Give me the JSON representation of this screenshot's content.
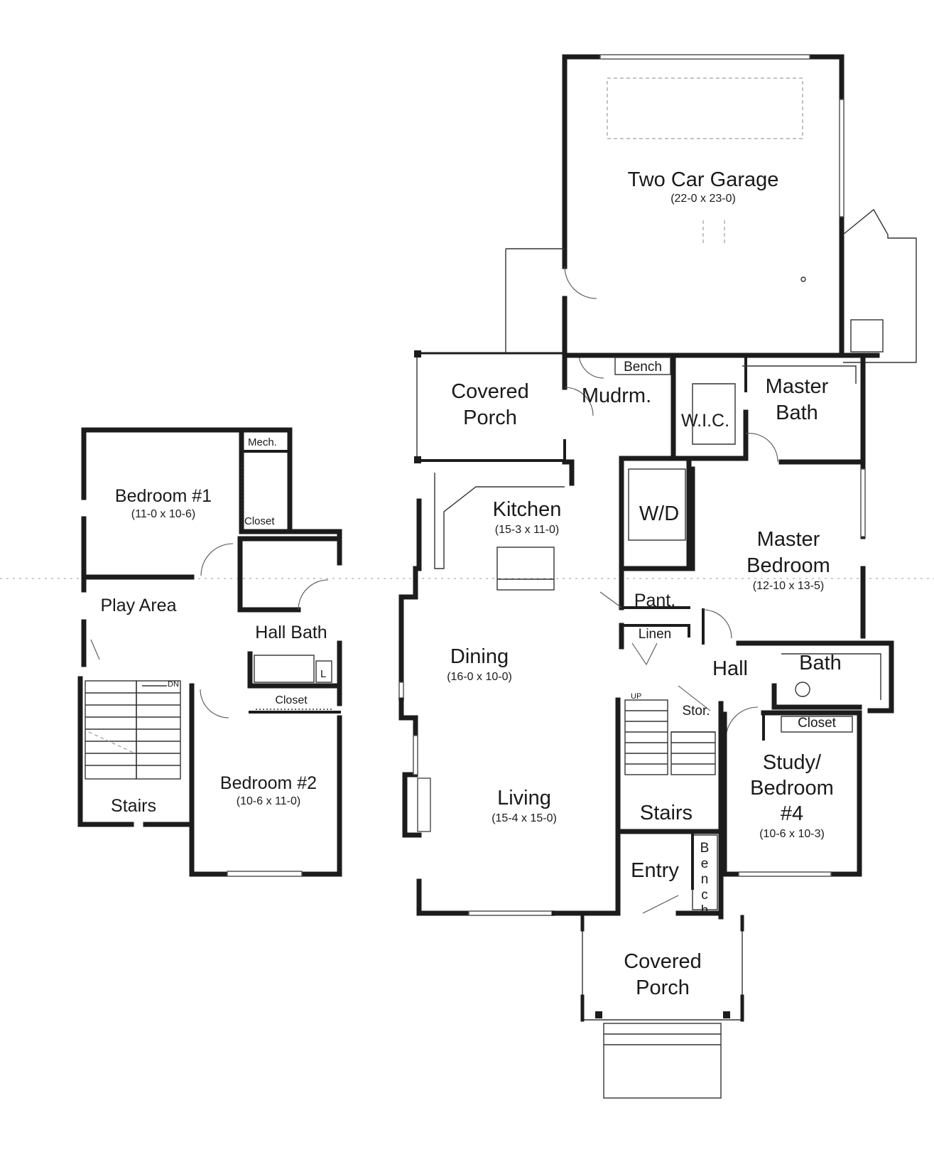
{
  "upper_floor": {
    "bedroom1": {
      "name": "Bedroom #1",
      "dims": "(11-0 x 10-6)"
    },
    "mech": "Mech.",
    "closet1": "Closet",
    "play_area": "Play Area",
    "hall_bath": "Hall Bath",
    "laundry_mark": "L",
    "closet2": "Closet",
    "stairs": "Stairs",
    "stair_dn": "DN",
    "bedroom2": {
      "name": "Bedroom #2",
      "dims": "(10-6 x 11-0)"
    }
  },
  "main_floor": {
    "garage": {
      "name": "Two Car Garage",
      "dims": "(22-0 x 23-0)"
    },
    "covered_porch_side": {
      "line1": "Covered",
      "line2": "Porch"
    },
    "mudroom": "Mudrm.",
    "bench_mud": "Bench",
    "wic": "W.I.C.",
    "master_bath": {
      "line1": "Master",
      "line2": "Bath"
    },
    "kitchen": {
      "name": "Kitchen",
      "dims": "(15-3 x 11-0)"
    },
    "wd": "W/D",
    "master_bedroom": {
      "line1": "Master",
      "line2": "Bedroom",
      "dims": "(12-10 x 13-5)"
    },
    "pantry": "Pant.",
    "linen": "Linen",
    "dining": {
      "name": "Dining",
      "dims": "(16-0 x 10-0)"
    },
    "hall": "Hall",
    "bath": "Bath",
    "storage": "Stor.",
    "stair_up": "UP",
    "closet": "Closet",
    "study": {
      "line1": "Study/",
      "line2": "Bedroom",
      "line3": "#4",
      "dims": "(10-6 x 10-3)"
    },
    "living": {
      "name": "Living",
      "dims": "(15-4 x 15-0)"
    },
    "stairs": "Stairs",
    "entry": "Entry",
    "bench_entry": [
      "B",
      "e",
      "n",
      "c",
      "h"
    ],
    "covered_porch_front": {
      "line1": "Covered",
      "line2": "Porch"
    }
  }
}
